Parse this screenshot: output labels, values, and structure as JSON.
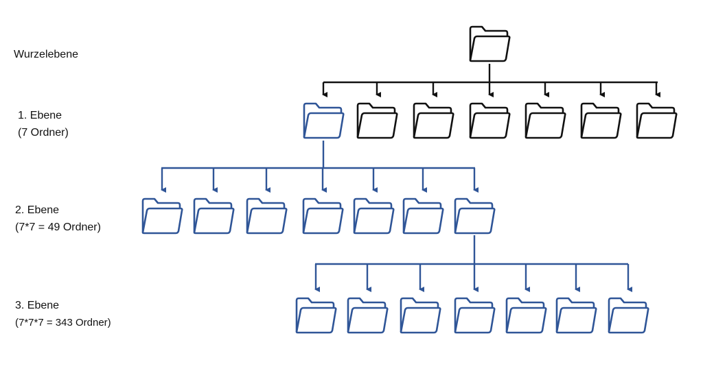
{
  "colors": {
    "root": "#111111",
    "highlight": "#2f5597"
  },
  "levels": [
    {
      "title": "Wurzelebene",
      "subtitle": null,
      "folder_count_shown": 1
    },
    {
      "title": "1. Ebene",
      "subtitle": "(7 Ordner)",
      "folder_count_shown": 7
    },
    {
      "title": "2. Ebene",
      "subtitle": "(7*7 = 49 Ordner)",
      "folder_count_shown": 7
    },
    {
      "title": "3. Ebene",
      "subtitle": "(7*7*7 = 343 Ordner)",
      "folder_count_shown": 7
    }
  ],
  "icon": "folder-icon"
}
